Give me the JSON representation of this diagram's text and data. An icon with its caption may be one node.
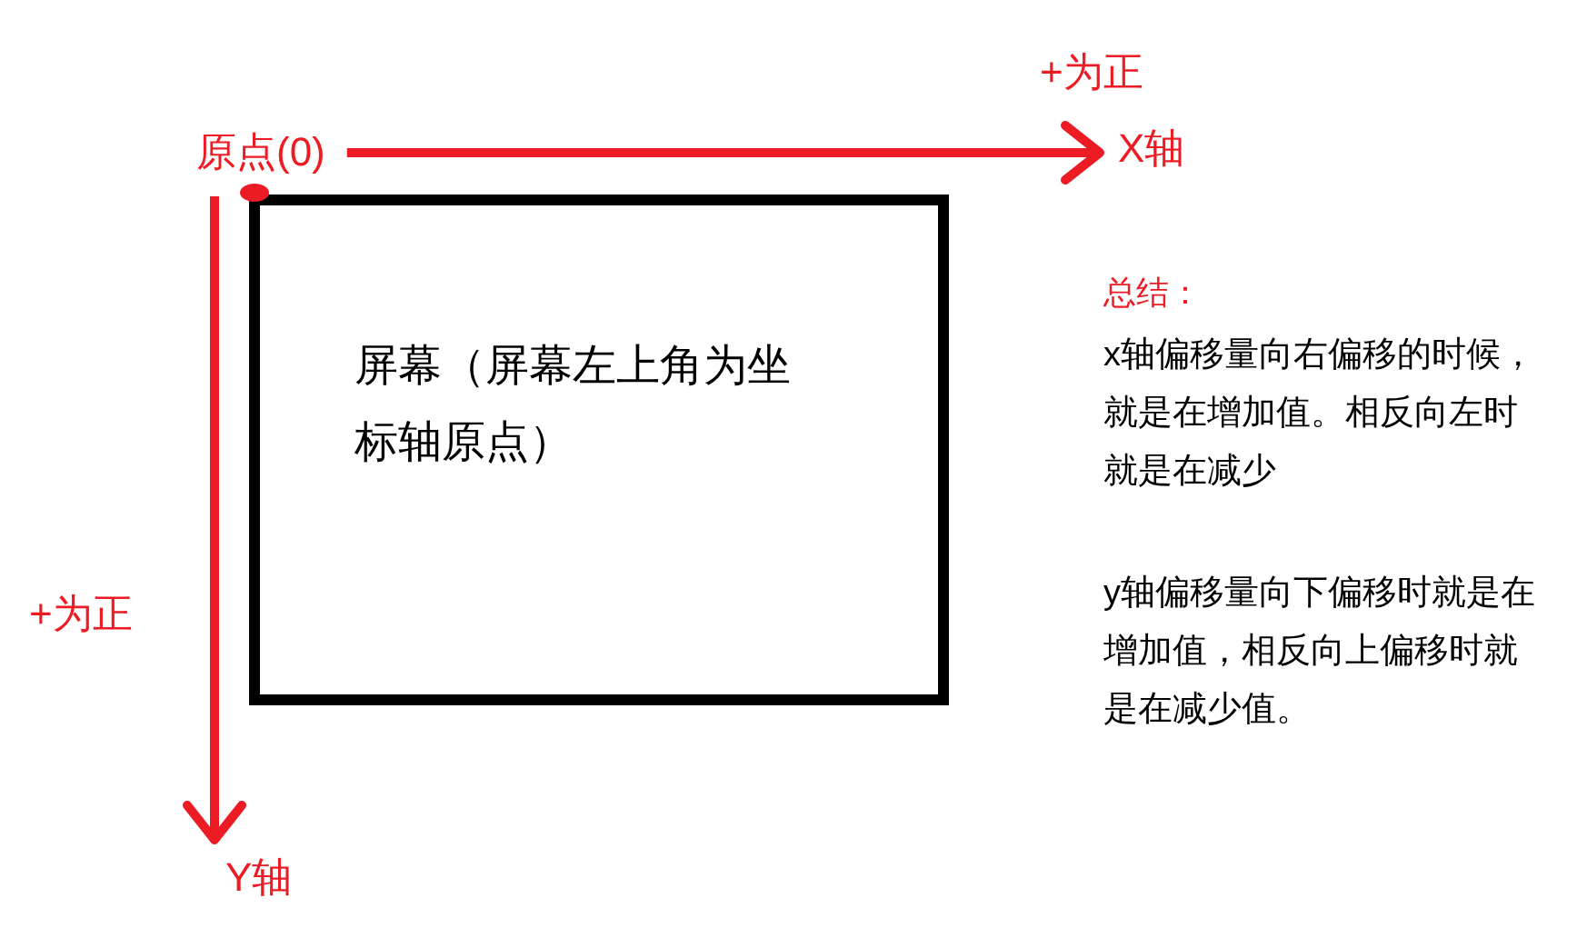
{
  "diagram": {
    "nodes": [
      {
        "text": [
          "原点(0)"
        ]
      },
      {
        "text": [
          "X轴"
        ]
      },
      {
        "text": [
          "屏幕（屏幕左上角为坐标轴原点）"
        ]
      },
      {
        "text": [
          "Y轴"
        ]
      }
    ],
    "edges": [
      {
        "from": 0,
        "to": 1,
        "arrow": "to"
      },
      {
        "from": 0,
        "to": 3,
        "arrow": "to"
      }
    ],
    "labels": [
      "+为正",
      "总结：",
      "x轴偏移量向右偏移的时候，就是在增加值。相反向左时就是在减少",
      "y轴偏移量向下偏移时就是在增加值，相反向上偏移时就是在减少值。",
      "+为正"
    ]
  }
}
